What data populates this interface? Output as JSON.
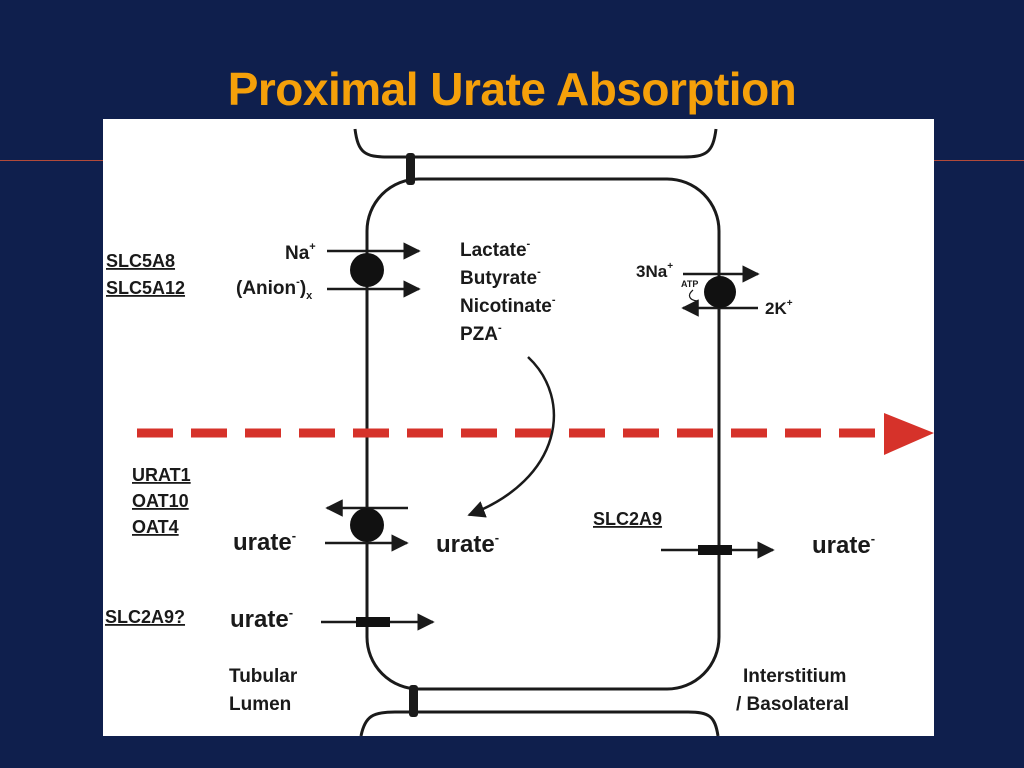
{
  "slide": {
    "title": "Proximal Urate Absorption"
  },
  "transporters": {
    "slc5a8": "SLC5A8",
    "slc5a12": "SLC5A12",
    "urat1": "URAT1",
    "oat10": "OAT10",
    "oat4": "OAT4",
    "slc2a9_apical": "SLC2A9?",
    "slc2a9_basolateral": "SLC2A9"
  },
  "ions": {
    "na": "Na",
    "na_charge": "+",
    "anion": "(Anion",
    "anion_charge": "-",
    "anion_close": ")",
    "anion_sub": "x",
    "three_na": "3Na",
    "three_na_charge": "+",
    "atp": "ATP",
    "two_k": "2K",
    "two_k_charge": "+"
  },
  "anions": [
    {
      "name": "Lactate",
      "charge": "-"
    },
    {
      "name": "Butyrate",
      "charge": "-"
    },
    {
      "name": "Nicotinate",
      "charge": "-"
    },
    {
      "name": "PZA",
      "charge": "-"
    }
  ],
  "urate": {
    "label": "urate",
    "charge": "-"
  },
  "regions": {
    "lumen_line1": "Tubular",
    "lumen_line2": "Lumen",
    "interstitium_line1": "Interstitium",
    "interstitium_line2": "/ Basolateral"
  },
  "colors": {
    "background": "#0f1f4d",
    "title": "#f5a00a",
    "flow_arrow": "#d6322a",
    "ink": "#1a1a1a"
  }
}
